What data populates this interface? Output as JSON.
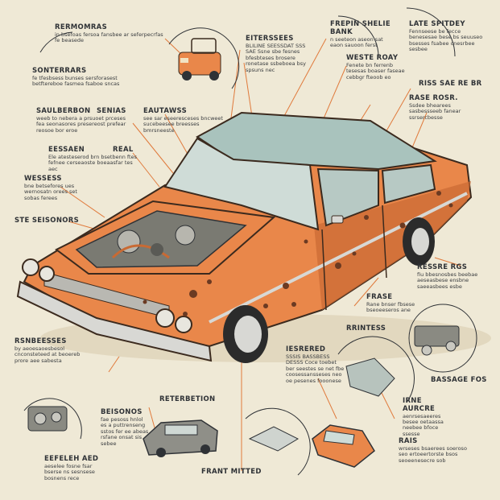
{
  "colors": {
    "background": "#efe9d6",
    "body_orange": "#e9874a",
    "body_shadow": "#c96a33",
    "roof_teal": "#a9c3bd",
    "chrome": "#d8d8d4",
    "rust": "#6b3a22",
    "line_orange": "#e07a3c",
    "ink": "#2f3236"
  },
  "labels": [
    {
      "id": "reromaras",
      "heading": "RERMOMRAS",
      "body": "in bsefoas fersoa fansbee ar seferpecrfas fe beasede"
    },
    {
      "id": "sonterrars",
      "heading": "SONTERRARS",
      "body": "fe tfesbsess bunses sersforasest betftereboe fasmea fsaboe sncas"
    },
    {
      "id": "saulberbon",
      "heading": "SAULBERBON",
      "body": "weeb to nebera a prsuoet prceses fea seonasores presereost prefear reosoe bor eroe"
    },
    {
      "id": "senias",
      "heading": "SENIAS",
      "body": ""
    },
    {
      "id": "eautawss",
      "heading": "EAUTAWSS",
      "body": "see sar eseeresceses bncweet sucebeesee breesses bmrsneeste"
    },
    {
      "id": "eessaen",
      "heading": "EESSAEN",
      "body": "Ele atesteserod brn bsetbenn ftes fefnee cerseaoste boeaasfar tes aec"
    },
    {
      "id": "real",
      "heading": "REAL",
      "body": ""
    },
    {
      "id": "wessess",
      "heading": "WESSESS",
      "body": "bne betsefores ues wernosatn orees set sobas ferees"
    },
    {
      "id": "ste-seisonors",
      "heading": "STE SEISONORS",
      "body": ""
    },
    {
      "id": "eiterssees",
      "heading": "EITERSSEES",
      "body": "BLILINE SEESSDAT SSS SAE Ssne sbe fesnes bfesbteses brosere ronetase ssbeboea bsy spsuns nec"
    },
    {
      "id": "frepin-shelle",
      "heading": "FREPIN SHELIE BANK",
      "body": "n seeteon aseon sat eaon sauoon ferst"
    },
    {
      "id": "weste-roay",
      "heading": "WESTE ROAY",
      "body": "Fenete bn ferrenb tesesas boaser faseae cebbgr fteoob eo"
    },
    {
      "id": "late-spitdey",
      "heading": "LATE SPITDEY",
      "body": "Fennseese be fecce benesesae bese bs seuuseo bsesses fsabee cnesrbee sesbee"
    },
    {
      "id": "riss-sae-res",
      "heading": "RISS SAE RE BR",
      "body": ""
    },
    {
      "id": "rase-rosr",
      "heading": "RASE ROSR.",
      "body": "Ssdee bhearees sasbessseeb fanear ssrsercbesse"
    },
    {
      "id": "rsnbeesses",
      "heading": "RSNBEESSES",
      "body": "by aeoesaoesbesol cnconsteteed at beoereb prore aee sabesta"
    },
    {
      "id": "beisonos",
      "heading": "BEISONOS",
      "body": "fae pesoss hnlol es a puttrenseng sstos fer ee abeas rsfane onsat sis sebee"
    },
    {
      "id": "reterbetion",
      "heading": "RETERBETION",
      "body": ""
    },
    {
      "id": "ereleh-aed",
      "heading": "EEFELEH AED",
      "body": "aeselee fosne fsar bserse ns sesnsese bosnens rece"
    },
    {
      "id": "rrant-mitted",
      "heading": "FRANT MITTED",
      "body": ""
    },
    {
      "id": "iesrereo",
      "heading": "IESRERED",
      "body": "SSSIS BASSBESS DESSS Coce toebet ber seestes se net fbe coosessansseses neo oe pesenes fooonese"
    },
    {
      "id": "frasse",
      "heading": "FRASE",
      "body": "Rane bnser fbsese bseoeeseros ane"
    },
    {
      "id": "rrintess",
      "heading": "RRINTESS",
      "body": ""
    },
    {
      "id": "esesre-rags",
      "heading": "RESSRE RGS",
      "body": "fiu bbesnosbes beebae aeseasbese ensbne saeeasbees esbe"
    },
    {
      "id": "bassage-fos",
      "heading": "BASSAGE FOS",
      "body": ""
    },
    {
      "id": "irne-aurcre",
      "heading": "IRNE AURCRE",
      "body": "aenrsesaeeres besee oetaassa neebee bfoce ssesse"
    },
    {
      "id": "rais",
      "heading": "RAIS",
      "body": "wrseses bsaerees soeroso seo ertoeertorste bsos seoeenesecre sob"
    }
  ]
}
